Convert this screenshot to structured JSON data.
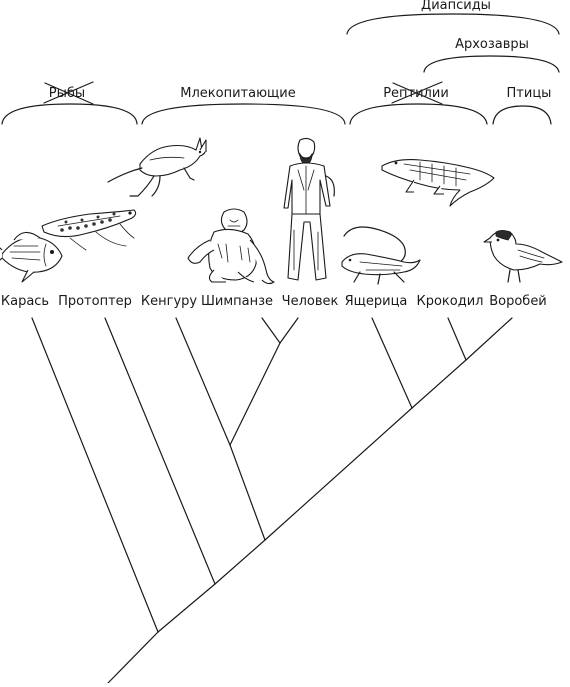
{
  "groups": {
    "diapsids": "Диапсиды",
    "archosaurs": "Архозавры",
    "fishes": "Рыбы",
    "mammals": "Млекопитающие",
    "reptiles": "Рептилии",
    "birds": "Птицы"
  },
  "taxa": [
    "Карась",
    "Протоптер",
    "Кенгуру",
    "Шимпанзе",
    "Человек",
    "Ящерица",
    "Крокодил",
    "Воробей"
  ],
  "crossed_out_groups": [
    "Рыбы",
    "Рептилии"
  ]
}
